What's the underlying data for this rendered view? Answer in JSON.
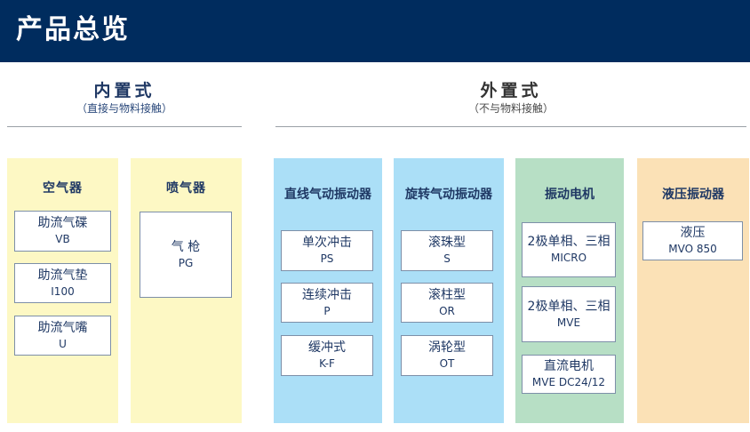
{
  "header": {
    "title": "产品总览"
  },
  "sections": {
    "internal": {
      "title": "内置式",
      "subtitle": "（直接与物料接触）"
    },
    "external": {
      "title": "外置式",
      "subtitle": "（不与物料接触）"
    }
  },
  "columns": [
    {
      "title": "空气器",
      "color": "#fdf8c4",
      "boxes": [
        {
          "name": "助流气碟",
          "code": "VB"
        },
        {
          "name": "助流气垫",
          "code": "I100"
        },
        {
          "name": "助流气嘴",
          "code": "U"
        }
      ]
    },
    {
      "title": "喷气器",
      "color": "#fdf8c4",
      "boxes": [
        {
          "name": "气 枪",
          "code": "PG"
        }
      ]
    },
    {
      "title": "直线气动振动器",
      "color": "#abdff7",
      "boxes": [
        {
          "name": "单次冲击",
          "code": "PS"
        },
        {
          "name": "连续冲击",
          "code": "P"
        },
        {
          "name": "缓冲式",
          "code": "K-F"
        }
      ]
    },
    {
      "title": "旋转气动振动器",
      "color": "#abdff7",
      "boxes": [
        {
          "name": "滚珠型",
          "code": "S"
        },
        {
          "name": "滚柱型",
          "code": "OR"
        },
        {
          "name": "涡轮型",
          "code": "OT"
        }
      ]
    },
    {
      "title": "振动电机",
      "color": "#b7dfc5",
      "boxes": [
        {
          "name": "2极单相、三相",
          "code": "MICRO"
        },
        {
          "name": "2极单相、三相",
          "code": "MVE"
        },
        {
          "name": "直流电机",
          "code": "MVE DC24/12"
        }
      ]
    },
    {
      "title": "液压振动器",
      "color": "#fbe1b6",
      "boxes": [
        {
          "name": "液压",
          "code": "MVO 850"
        }
      ]
    }
  ],
  "colors": {
    "titlebar": "#002c5e",
    "yellow": "#fdf8c4",
    "blue": "#abdff7",
    "green": "#b7dfc5",
    "orange": "#fbe1b6",
    "navy_text": "#1f3864"
  }
}
